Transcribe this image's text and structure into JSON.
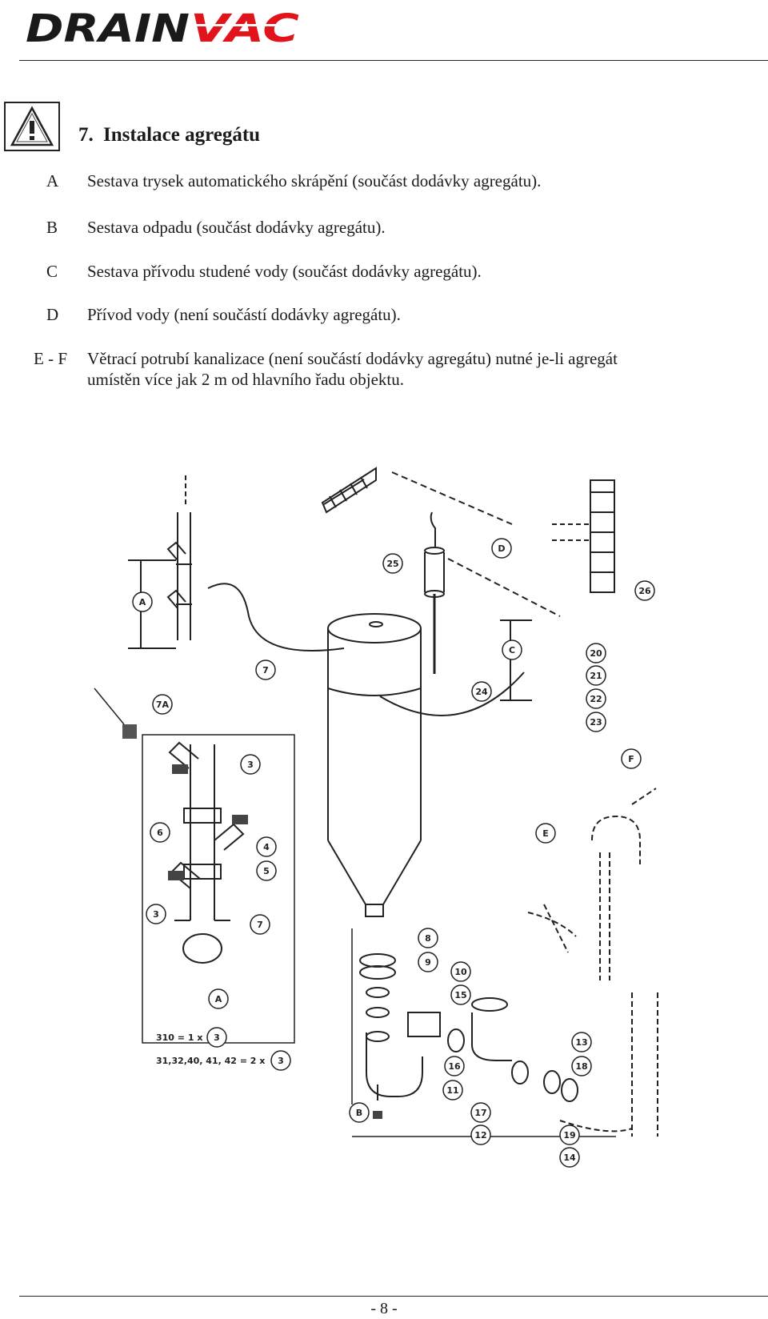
{
  "logo": {
    "part1": "DRAIN",
    "part2": "VAC"
  },
  "section": {
    "number": "7.",
    "title": "Instalace agregátu"
  },
  "items": [
    {
      "letter": "A",
      "text": "Sestava trysek automatického skrápění (součást dodávky agregátu)."
    },
    {
      "letter": "B",
      "text": "Sestava odpadu (součást dodávky agregátu)."
    },
    {
      "letter": "C",
      "text": "Sestava přívodu studené vody (součást dodávky agregátu)."
    },
    {
      "letter": "D",
      "text": "Přívod vody (není součástí dodávky agregátu)."
    }
  ],
  "item_ef": {
    "letter": "E - F",
    "line1": "Větrací potrubí kanalizace (není součástí dodávky agregátu) nutné je-li agregát",
    "line2": "umístěn více jak 2 m od hlavního řadu objektu."
  },
  "diagram": {
    "callouts": [
      "25",
      "D",
      "26",
      "A",
      "7",
      "20",
      "C",
      "21",
      "24",
      "22",
      "23",
      "7A",
      "3",
      "F",
      "6",
      "4",
      "5",
      "E",
      "3",
      "7",
      "8",
      "9",
      "10",
      "15",
      "A",
      "13",
      "16",
      "18",
      "11",
      "17",
      "B",
      "12",
      "19",
      "14"
    ],
    "legend": [
      "310 = 1 x",
      "31,32,40, 41, 42 = 2 x"
    ],
    "legend_refs": [
      "3",
      "3"
    ]
  },
  "footer": {
    "page": "- 8 -"
  },
  "colors": {
    "logo_black": "#1a1a1a",
    "logo_red": "#e1141c"
  }
}
